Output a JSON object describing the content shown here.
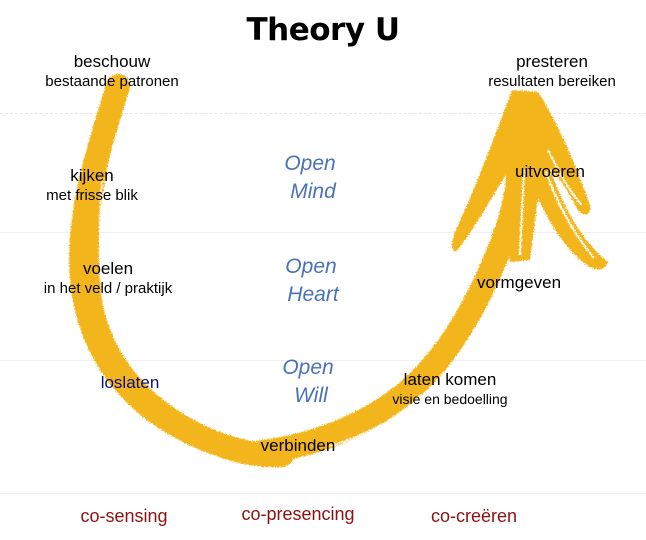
{
  "title": "Theory U",
  "colors": {
    "stroke": "#f3b51b",
    "open_text": "#4a72b8",
    "phase_text": "#8b1212",
    "loslaten_text": "#0b0e7a"
  },
  "left_stages": [
    {
      "main": "beschouw",
      "sub": "bestaande patronen"
    },
    {
      "main": "kijken",
      "sub": "met frisse blik"
    },
    {
      "main": "voelen",
      "sub": "in het veld / praktijk"
    },
    {
      "main": "loslaten"
    }
  ],
  "bottom_stage": {
    "main": "verbinden"
  },
  "right_stages": [
    {
      "main": "laten komen",
      "sub": "visie en bedoelling"
    },
    {
      "main": "vormgeven"
    },
    {
      "main": "uitvoeren"
    },
    {
      "main": "presteren",
      "sub": "resultaten bereiken"
    }
  ],
  "open_levels": [
    {
      "line1": "Open",
      "line2": "Mind"
    },
    {
      "line1": "Open",
      "line2": "Heart"
    },
    {
      "line1": "Open",
      "line2": "Will"
    }
  ],
  "phases": [
    "co-sensing",
    "co-presencing",
    "co-creëren"
  ]
}
